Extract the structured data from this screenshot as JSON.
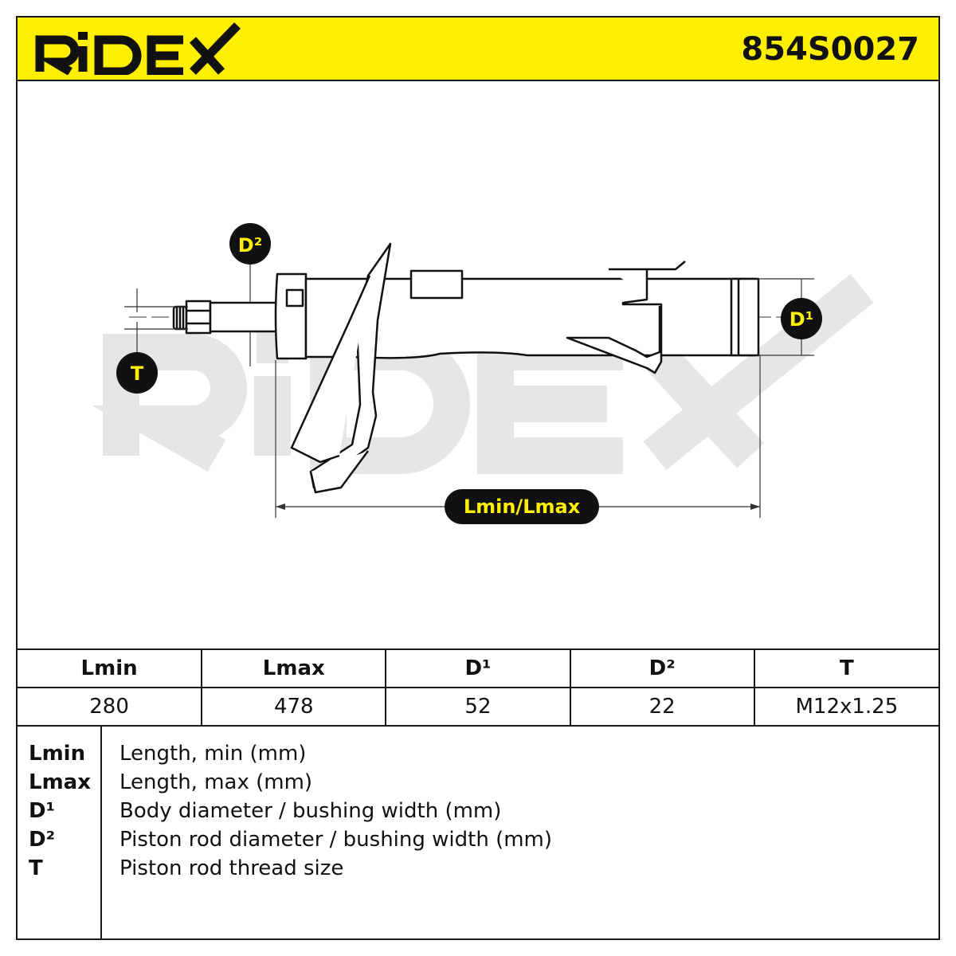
{
  "header": {
    "brand": "RIDEX",
    "part_number": "854S0027",
    "background_color": "#ffef00"
  },
  "diagram": {
    "labels": {
      "d2": "D²",
      "t": "T",
      "d1": "D¹",
      "length": "Lmin/Lmax"
    },
    "watermark": "RIDEX"
  },
  "specs_table": {
    "headers": [
      "Lmin",
      "Lmax",
      "D¹",
      "D²",
      "T"
    ],
    "values": [
      "280",
      "478",
      "52",
      "22",
      "M12x1.25"
    ]
  },
  "legend": [
    {
      "key": "Lmin",
      "description": "Length, min (mm)"
    },
    {
      "key": "Lmax",
      "description": "Length, max (mm)"
    },
    {
      "key": "D¹",
      "description": "Body diameter / bushing width (mm)"
    },
    {
      "key": "D²",
      "description": "Piston rod diameter / bushing width (mm)"
    },
    {
      "key": "T",
      "description": "Piston rod thread size"
    }
  ]
}
